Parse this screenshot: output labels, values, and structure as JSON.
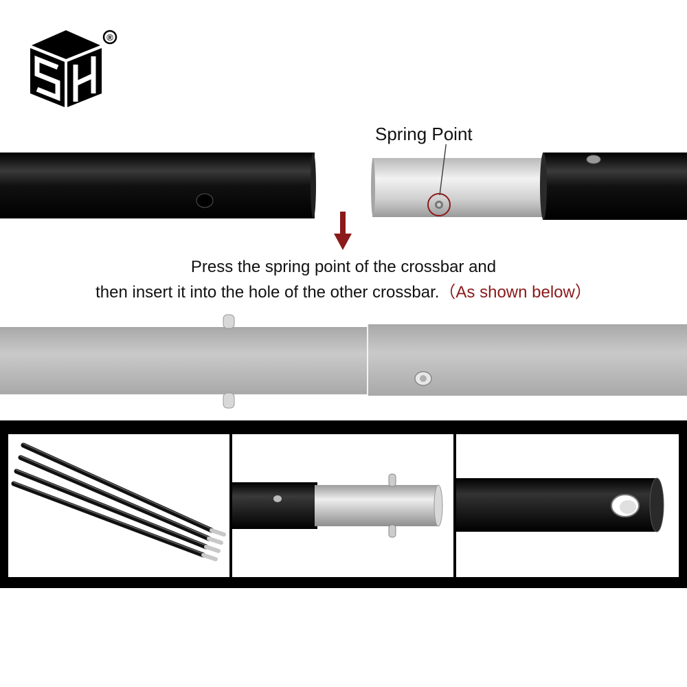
{
  "brand": {
    "logo_letters": "SH",
    "registered_mark": "®",
    "logo_color": "#000000"
  },
  "diagram": {
    "callout_label": "Spring Point",
    "instruction_line1": "Press the spring point of the crossbar and",
    "instruction_line2": "then insert it into the hole of the other crossbar.",
    "instruction_note": "（As shown below）",
    "note_color": "#8b1a1a",
    "arrow_color": "#8b1a1a"
  },
  "gallery": {
    "panels": [
      {
        "icon": "poles-bundle-icon"
      },
      {
        "icon": "pole-joint-icon"
      },
      {
        "icon": "pole-end-hole-icon"
      }
    ]
  }
}
